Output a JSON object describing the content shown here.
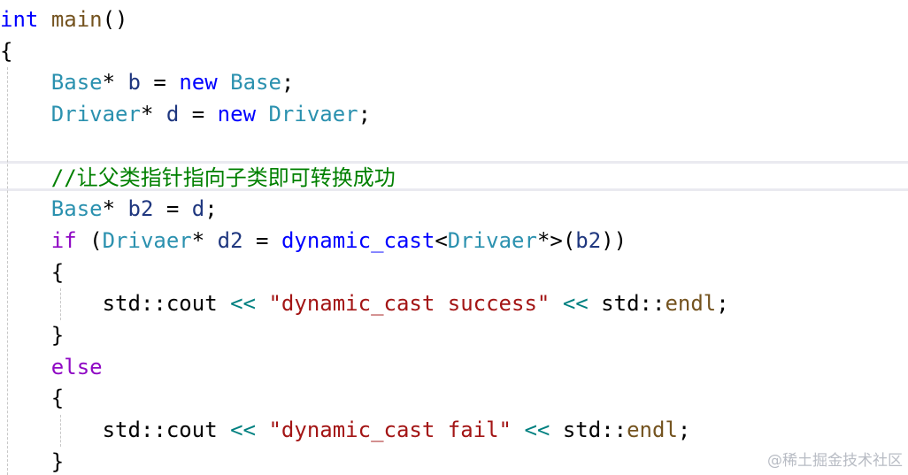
{
  "lines": [
    [
      {
        "t": "int",
        "c": "kw"
      },
      {
        "t": " ",
        "c": "plain"
      },
      {
        "t": "main",
        "c": "fn"
      },
      {
        "t": "()",
        "c": "plain"
      }
    ],
    [
      {
        "t": "{",
        "c": "plain"
      }
    ],
    [
      {
        "t": "    ",
        "c": "plain"
      },
      {
        "t": "Base",
        "c": "type"
      },
      {
        "t": "* ",
        "c": "plain"
      },
      {
        "t": "b",
        "c": "var"
      },
      {
        "t": " = ",
        "c": "plain"
      },
      {
        "t": "new",
        "c": "kw"
      },
      {
        "t": " ",
        "c": "plain"
      },
      {
        "t": "Base",
        "c": "type"
      },
      {
        "t": ";",
        "c": "plain"
      }
    ],
    [
      {
        "t": "    ",
        "c": "plain"
      },
      {
        "t": "Drivaer",
        "c": "type"
      },
      {
        "t": "* ",
        "c": "plain"
      },
      {
        "t": "d",
        "c": "var"
      },
      {
        "t": " = ",
        "c": "plain"
      },
      {
        "t": "new",
        "c": "kw"
      },
      {
        "t": " ",
        "c": "plain"
      },
      {
        "t": "Drivaer",
        "c": "type"
      },
      {
        "t": ";",
        "c": "plain"
      }
    ],
    [],
    [
      {
        "t": "    ",
        "c": "plain"
      },
      {
        "t": "//让父类指针指向子类即可转换成功",
        "c": "cmt"
      }
    ],
    [
      {
        "t": "    ",
        "c": "plain"
      },
      {
        "t": "Base",
        "c": "type"
      },
      {
        "t": "* ",
        "c": "plain"
      },
      {
        "t": "b2",
        "c": "var"
      },
      {
        "t": " = ",
        "c": "plain"
      },
      {
        "t": "d",
        "c": "var"
      },
      {
        "t": ";",
        "c": "plain"
      }
    ],
    [
      {
        "t": "    ",
        "c": "plain"
      },
      {
        "t": "if",
        "c": "ctrl"
      },
      {
        "t": " (",
        "c": "plain"
      },
      {
        "t": "Drivaer",
        "c": "type"
      },
      {
        "t": "* ",
        "c": "plain"
      },
      {
        "t": "d2",
        "c": "var"
      },
      {
        "t": " = ",
        "c": "plain"
      },
      {
        "t": "dynamic_cast",
        "c": "kw"
      },
      {
        "t": "<",
        "c": "plain"
      },
      {
        "t": "Drivaer",
        "c": "type"
      },
      {
        "t": "*>(",
        "c": "plain"
      },
      {
        "t": "b2",
        "c": "var"
      },
      {
        "t": "))",
        "c": "plain"
      }
    ],
    [
      {
        "t": "    ",
        "c": "plain"
      },
      {
        "t": "{",
        "c": "plain"
      }
    ],
    [
      {
        "t": "        ",
        "c": "plain"
      },
      {
        "t": "std",
        "c": "plain"
      },
      {
        "t": "::",
        "c": "plain"
      },
      {
        "t": "cout",
        "c": "plain"
      },
      {
        "t": " ",
        "c": "plain"
      },
      {
        "t": "<<",
        "c": "op"
      },
      {
        "t": " ",
        "c": "plain"
      },
      {
        "t": "\"dynamic_cast success\"",
        "c": "str"
      },
      {
        "t": " ",
        "c": "plain"
      },
      {
        "t": "<<",
        "c": "op"
      },
      {
        "t": " ",
        "c": "plain"
      },
      {
        "t": "std",
        "c": "plain"
      },
      {
        "t": "::",
        "c": "plain"
      },
      {
        "t": "endl",
        "c": "fn"
      },
      {
        "t": ";",
        "c": "plain"
      }
    ],
    [
      {
        "t": "    ",
        "c": "plain"
      },
      {
        "t": "}",
        "c": "plain"
      }
    ],
    [
      {
        "t": "    ",
        "c": "plain"
      },
      {
        "t": "else",
        "c": "ctrl"
      }
    ],
    [
      {
        "t": "    ",
        "c": "plain"
      },
      {
        "t": "{",
        "c": "plain"
      }
    ],
    [
      {
        "t": "        ",
        "c": "plain"
      },
      {
        "t": "std",
        "c": "plain"
      },
      {
        "t": "::",
        "c": "plain"
      },
      {
        "t": "cout",
        "c": "plain"
      },
      {
        "t": " ",
        "c": "plain"
      },
      {
        "t": "<<",
        "c": "op"
      },
      {
        "t": " ",
        "c": "plain"
      },
      {
        "t": "\"dynamic_cast fail\"",
        "c": "str"
      },
      {
        "t": " ",
        "c": "plain"
      },
      {
        "t": "<<",
        "c": "op"
      },
      {
        "t": " ",
        "c": "plain"
      },
      {
        "t": "std",
        "c": "plain"
      },
      {
        "t": "::",
        "c": "plain"
      },
      {
        "t": "endl",
        "c": "fn"
      },
      {
        "t": ";",
        "c": "plain"
      }
    ],
    [
      {
        "t": "    ",
        "c": "plain"
      },
      {
        "t": "}",
        "c": "plain"
      }
    ]
  ],
  "current_line_index": 5,
  "watermark": "@稀土掘金技术社区",
  "colors": {
    "keyword": "#0000ff",
    "control": "#8f08c4",
    "type": "#2b91af",
    "function": "#74531f",
    "string": "#a31515",
    "operator": "#008080",
    "comment": "#008000",
    "variable": "#1f377f"
  }
}
